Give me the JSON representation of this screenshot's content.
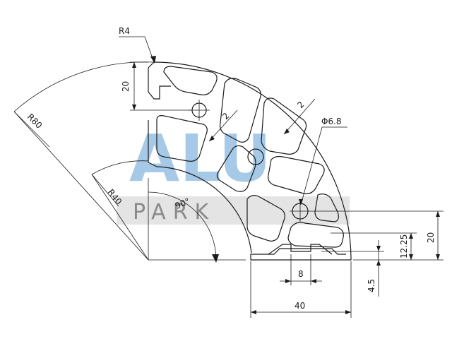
{
  "watermark": {
    "brand_top": "ALU",
    "brand_bottom": "PARK",
    "colors": {
      "top": "#9cc4e4",
      "bottom": "#8a8a8a",
      "band": "#d9d9d9"
    }
  },
  "dimensions": {
    "r4": "R4",
    "r80": "R80",
    "r40": "R40",
    "angle": "90°",
    "d20_left": "20",
    "wall_2a": "2",
    "wall_2b": "2",
    "hole": "Φ6.8",
    "d20_right": "20",
    "d12_25": "12.25",
    "slot_8": "8",
    "d4_5": "4.5",
    "d40": "40"
  }
}
